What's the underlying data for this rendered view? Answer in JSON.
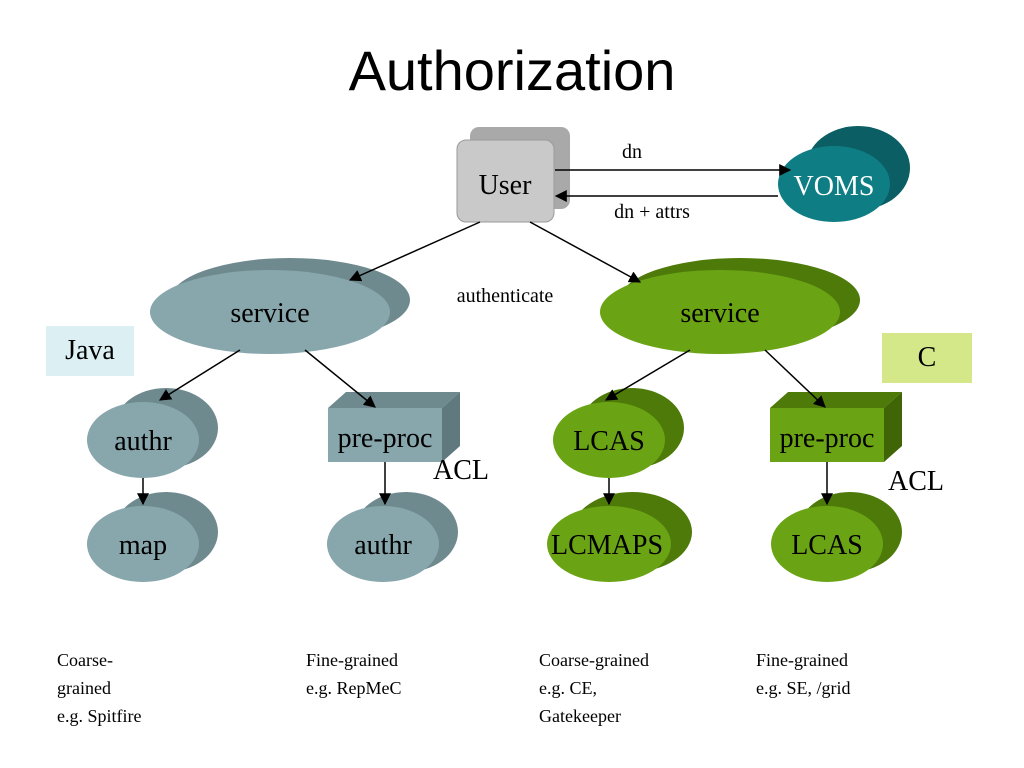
{
  "title": "Authorization",
  "nodes": {
    "user": "User",
    "voms": "VOMS",
    "service_java": "service",
    "service_c": "service",
    "authr_java": "authr",
    "map": "map",
    "preproc_java": "pre-proc",
    "authr_java_fine": "authr",
    "lcas_c": "LCAS",
    "lcmaps": "LCMAPS",
    "preproc_c": "pre-proc",
    "lcas_c_fine": "LCAS"
  },
  "edge_labels": {
    "dn": "dn",
    "dn_attrs": "dn + attrs",
    "authenticate": "authenticate",
    "acl_java": "ACL",
    "acl_c": "ACL"
  },
  "tags": {
    "java": "Java",
    "c": "C"
  },
  "notes": [
    {
      "lines": [
        "Coarse-",
        "grained",
        "e.g. Spitfire"
      ]
    },
    {
      "lines": [
        "Fine-grained",
        "e.g. RepMeC"
      ]
    },
    {
      "lines": [
        "Coarse-grained",
        "e.g. CE,",
        "Gatekeeper"
      ]
    },
    {
      "lines": [
        "Fine-grained",
        "e.g. SE, /grid"
      ]
    }
  ],
  "colors": {
    "blue_gray": "#87a7ad",
    "blue_gray_dark": "#6f8a8f",
    "green": "#6aa414",
    "green_dark": "#4d7a08",
    "teal": "#0f7d84",
    "teal_dark": "#0b5e63",
    "java_tag_bg": "#dcf0f4",
    "c_tag_bg": "#d4e88a",
    "user_box": "#c7c7c7"
  }
}
